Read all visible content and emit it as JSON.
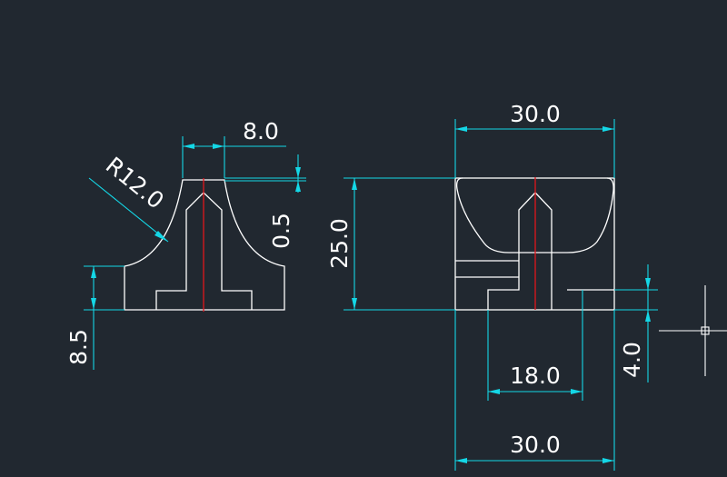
{
  "colors": {
    "background": "#212830",
    "geometry": "#ffffff",
    "centerline": "#e0161b",
    "dimension": "#14d7e6"
  },
  "icons": {
    "cursor": "crosshair-cursor-icon"
  },
  "side_view": {
    "width_label": "8.0",
    "radius_label": "R12.0",
    "gap_label": "0.5",
    "base_height_label": "8.5"
  },
  "front_view": {
    "top_width_label": "30.0",
    "height_label": "25.0",
    "step_height_label": "4.0",
    "slot_width_label": "18.0",
    "bottom_width_label": "30.0"
  }
}
